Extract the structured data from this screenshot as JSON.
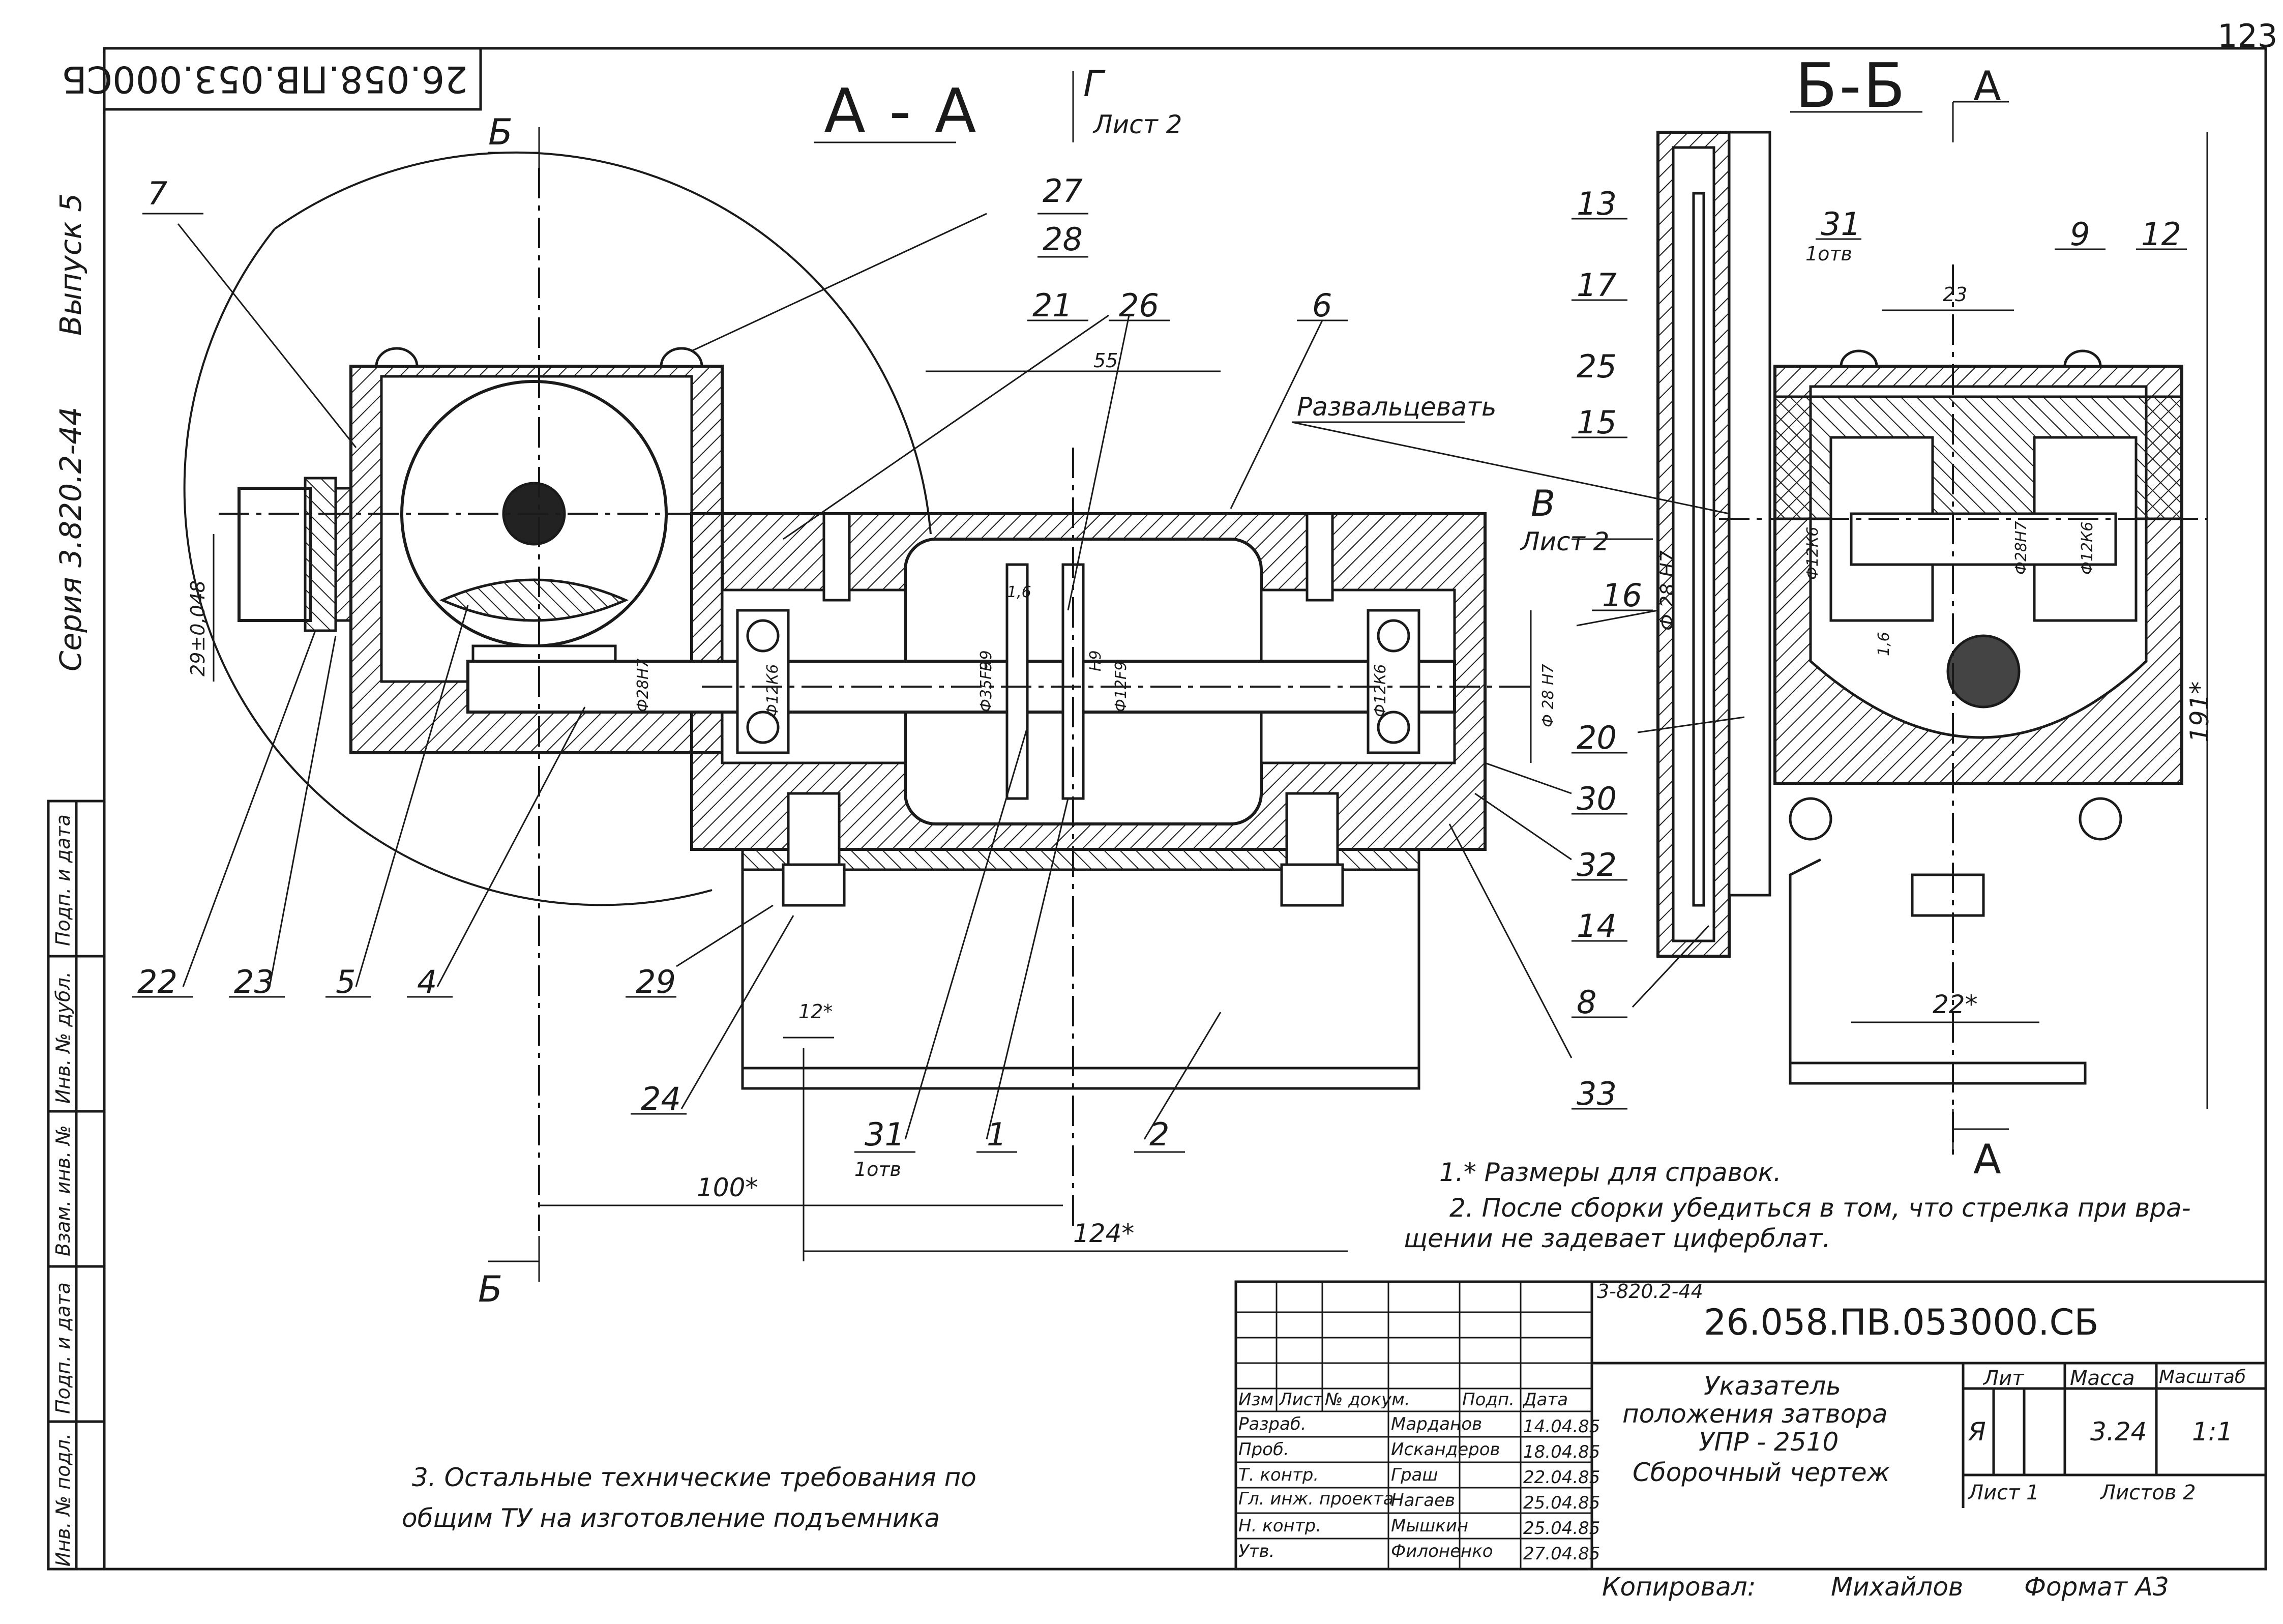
{
  "page_number": "123",
  "stamp_code": "26.058.ПВ.053.000СБ",
  "left_margin": {
    "issue": "Выпуск 5",
    "series": "Серия 3.820.2-44",
    "side_labels": [
      "Подп. и дата",
      "Инв. № дубл.",
      "Взам. инв. №",
      "Подп. и дата",
      "Инв. № подл."
    ]
  },
  "views": {
    "section_aa": "А - А",
    "section_bb": "Б-Б",
    "view_g": "Г",
    "sheet2_a": "Лист 2",
    "view_v": "В",
    "sheet2_b": "Лист 2",
    "cut_b_top": "Б",
    "cut_b_bottom": "Б",
    "cut_a_top": "А",
    "cut_a_bottom": "А"
  },
  "callouts": [
    "7",
    "27",
    "28",
    "21",
    "26",
    "6",
    "13",
    "17",
    "31",
    "9",
    "12",
    "25",
    "15",
    "16",
    "20",
    "30",
    "32",
    "14",
    "8",
    "33",
    "22",
    "23",
    "5",
    "4",
    "29",
    "24",
    "31",
    "1",
    "2"
  ],
  "callout_notes": {
    "c31_holes_top": "1отв",
    "c31_holes_bottom": "1отв"
  },
  "instruction": "Развальцевать",
  "dimensions": {
    "d55": "55",
    "d29": "29±0,048",
    "d28h7_left": "Ф28Н7",
    "d12k6_a": "Ф12К6",
    "d35f9": "Ф35F9",
    "h9_a": "Н9",
    "h9_b": "Н9",
    "d12f9": "Ф12F9",
    "d12k6_b": "Ф12К6",
    "d28h7_right": "Ф 28 Н7",
    "d16": "1,6",
    "d12": "12*",
    "d100": "100*",
    "d124": "124*",
    "d28h7_bb": "Ф 28 Н7",
    "d12k6_bb": "Ф12К6",
    "d28h7_bb2": "Ф28Н7",
    "d12k6_bb2": "Ф12К6",
    "d23": "23",
    "d16_bb": "1,6",
    "d22": "22*",
    "d191": "191*"
  },
  "notes": [
    "1.* Размеры для справок.",
    "2. После сборки убедиться в том, что стрелка при вра-",
    "щении не задевает циферблат."
  ],
  "note3": [
    "3. Остальные технические требования по",
    "общим ТУ на изготовление подъемника"
  ],
  "title_block": {
    "series": "3-820.2-44",
    "designation": "26.058.ПВ.053000.СБ",
    "name_lines": [
      "Указатель",
      "положения затвора",
      "УПР - 2510",
      "Сборочный чертеж"
    ],
    "header": {
      "izm": "Изм",
      "list": "Лист",
      "doc": "№ докум.",
      "sign": "Подп.",
      "date": "Дата"
    },
    "rows": [
      {
        "role": "Разраб.",
        "name": "Марданов",
        "date": "14.04.85"
      },
      {
        "role": "Проб.",
        "name": "Искандеров",
        "date": "18.04.85"
      },
      {
        "role": "Т. контр.",
        "name": "Граш",
        "date": "22.04.85"
      },
      {
        "role": "Гл. инж. проекта",
        "name": "Нагаев",
        "date": "25.04.85"
      },
      {
        "role": "Н. контр.",
        "name": "Мышкин",
        "date": "25.04.85"
      },
      {
        "role": "Утв.",
        "name": "Филоненко",
        "date": "27.04.85"
      }
    ],
    "lit_label": "Лит",
    "mass_label": "Масса",
    "scale_label": "Масштаб",
    "lit_value": "Я",
    "mass_value": "3.24",
    "scale_value": "1:1",
    "sheet_label": "Лист 1",
    "sheets_label": "Листов 2"
  },
  "footer": {
    "copied": "Копировал:",
    "copier": "Михайлов",
    "format": "Формат А3"
  }
}
